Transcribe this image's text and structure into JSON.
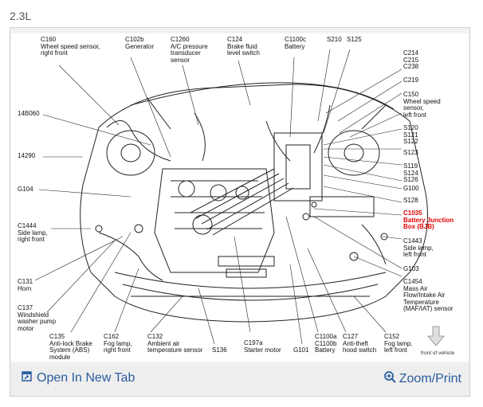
{
  "caption": "2.3L",
  "labels": {
    "c160": "C160\nWheel speed sensor,\nright front",
    "c102b": "C102b\nGenerator",
    "c1260": "C1260\nA/C pressure\ntransducer\nsensor",
    "c124": "C124\nBrake fluid\nlevel switch",
    "c1100c": "C1100c\nBattery",
    "s210": "S210",
    "s125": "S125",
    "c214": "C214\nC215\nC238",
    "c219": "C219",
    "c150": "C150\nWheel speed\nsensor,\nleft front",
    "s120": "S120\nS121\nS122",
    "s123": "S123",
    "s119": "S119\nS124\nS126",
    "g100": "G100",
    "s128": "S128",
    "c1035": "C1035\nBattery Junction\nBox (BJB)",
    "c1443": "C1443\nSide lamp,\nleft front",
    "g103": "G103",
    "c1454": "C1454\nMass Air\nFlow/Intake Air\nTemperature\n(MAF/IAT) sensor",
    "b14b060": "14B060",
    "b14290": "14290",
    "g104": "G104",
    "c1444": "C1444\nSide lamp,\nright front",
    "c131": "C131\nHorn",
    "c137": "C137\nWindshield\nwasher pump\nmotor",
    "c135": "C135\nAnti-lock Brake\nSystem (ABS)\nmodule",
    "c162": "C162\nFog lamp,\nright front",
    "c132": "C132\nAmbient air\ntemperature sensor",
    "s136": "S136",
    "c197a": "C197a\nStarter motor",
    "g101": "G101",
    "c1100a": "C1100a\nC1100b\nBattery",
    "c127": "C127\nAnti-theft\nhood switch",
    "c152": "C152\nFog lamp,\nleft front",
    "front_of_vehicle": "front of vehicle"
  },
  "colors": {
    "link": "#2a5d9f",
    "highlight": "#e00000"
  },
  "toolbar": {
    "open_icon": "external-window-icon",
    "open_label": "Open In New Tab",
    "zoom_icon": "magnifier-plus-icon",
    "zoom_label": "Zoom/Print"
  }
}
